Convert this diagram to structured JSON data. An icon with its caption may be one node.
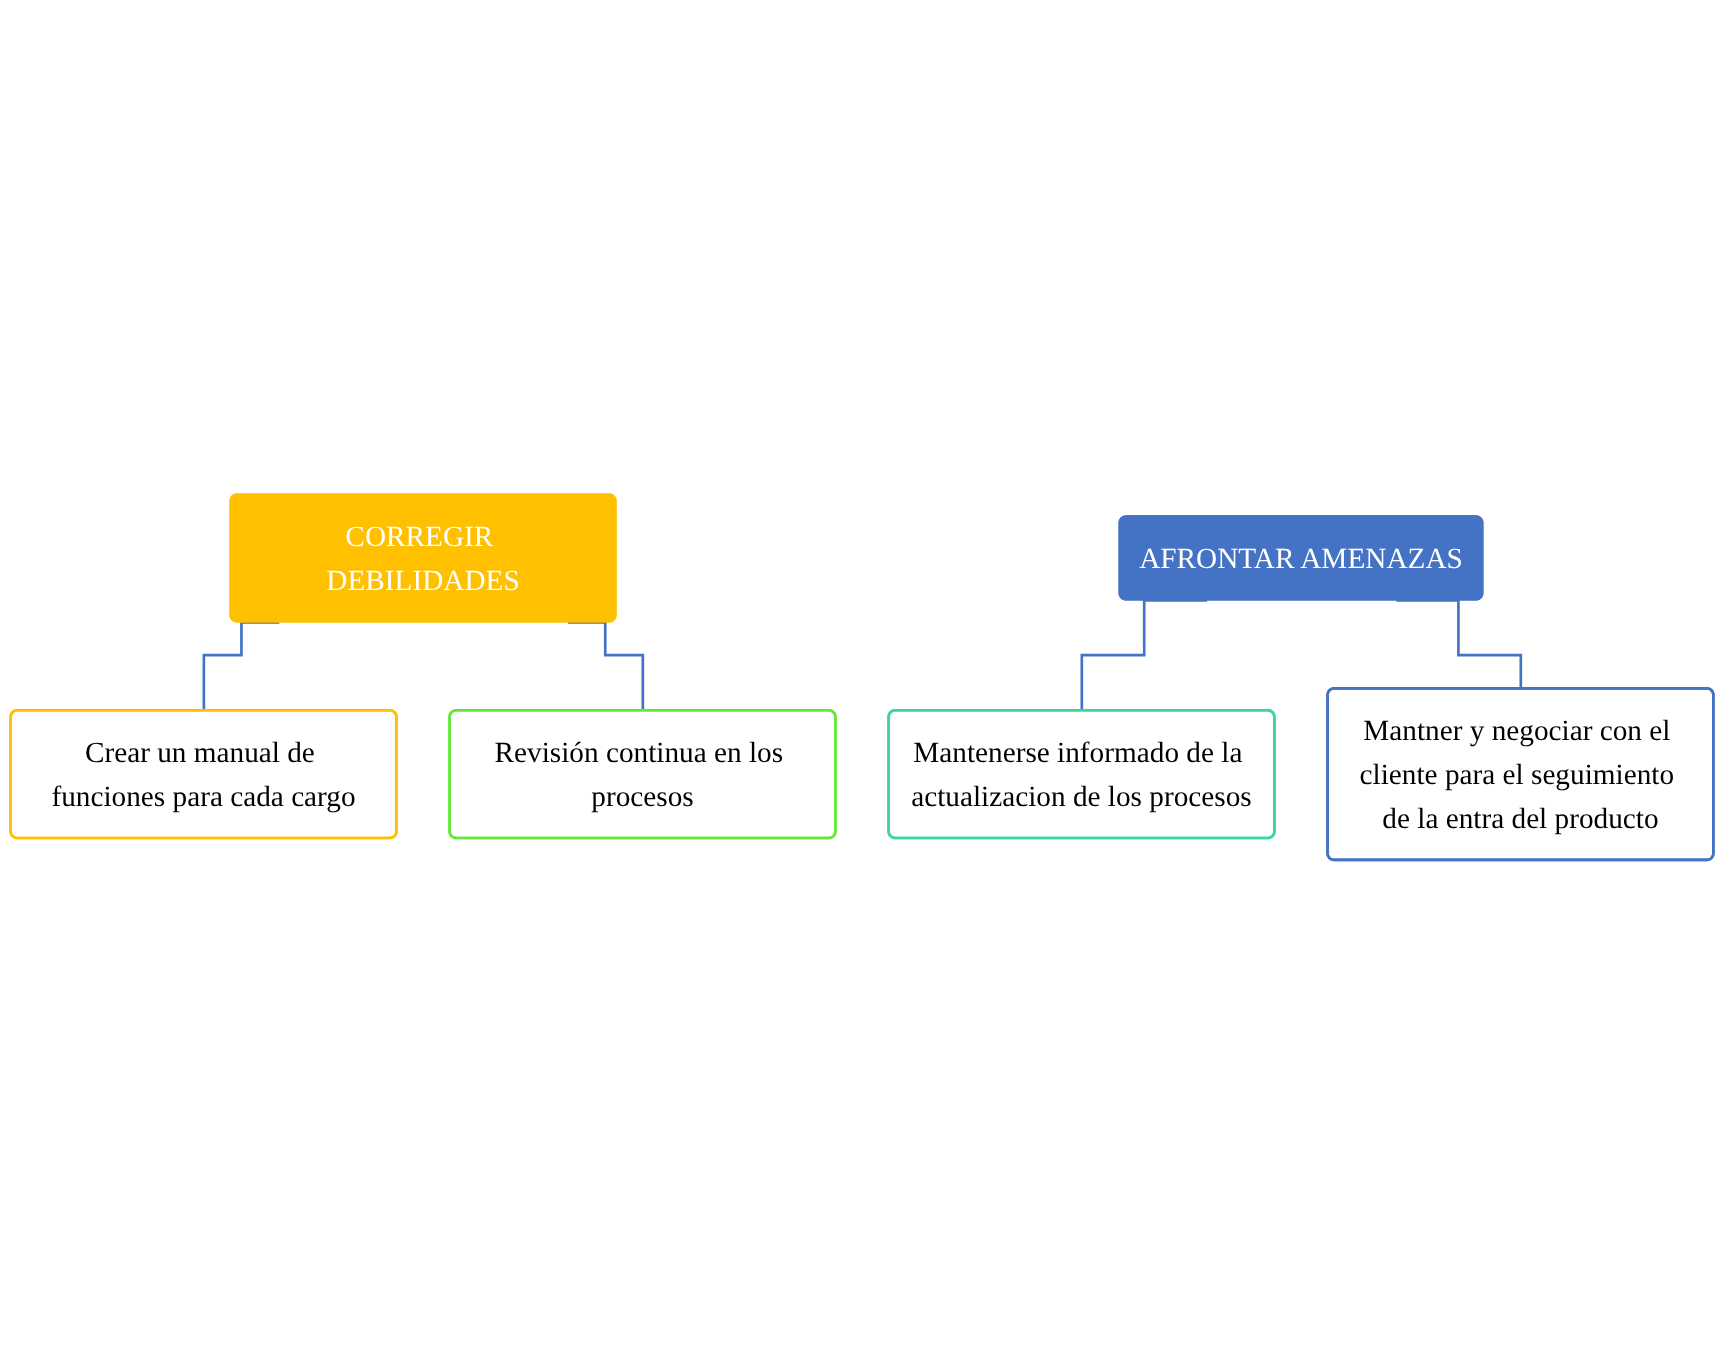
{
  "diagram": {
    "nodes": [
      {
        "text": [
          "CORREGIR DEBILIDADES"
        ]
      },
      {
        "text": [
          "Crear un manual de funciones para cada cargo"
        ]
      },
      {
        "text": [
          "Revisión continua en los procesos"
        ]
      },
      {
        "text": [
          "AFRONTAR AMENAZAS"
        ]
      },
      {
        "text": [
          "Mantenerse informado de la actualizacion de los procesos"
        ]
      },
      {
        "text": [
          "Mantner y negociar con el cliente para el seguimiento de la entra del producto"
        ]
      }
    ],
    "edges": [
      {
        "from": 0,
        "to": 1,
        "arrow": "none"
      },
      {
        "from": 0,
        "to": 2,
        "arrow": "none"
      },
      {
        "from": 3,
        "to": 4,
        "arrow": "none"
      },
      {
        "from": 3,
        "to": 5,
        "arrow": "none"
      }
    ]
  }
}
